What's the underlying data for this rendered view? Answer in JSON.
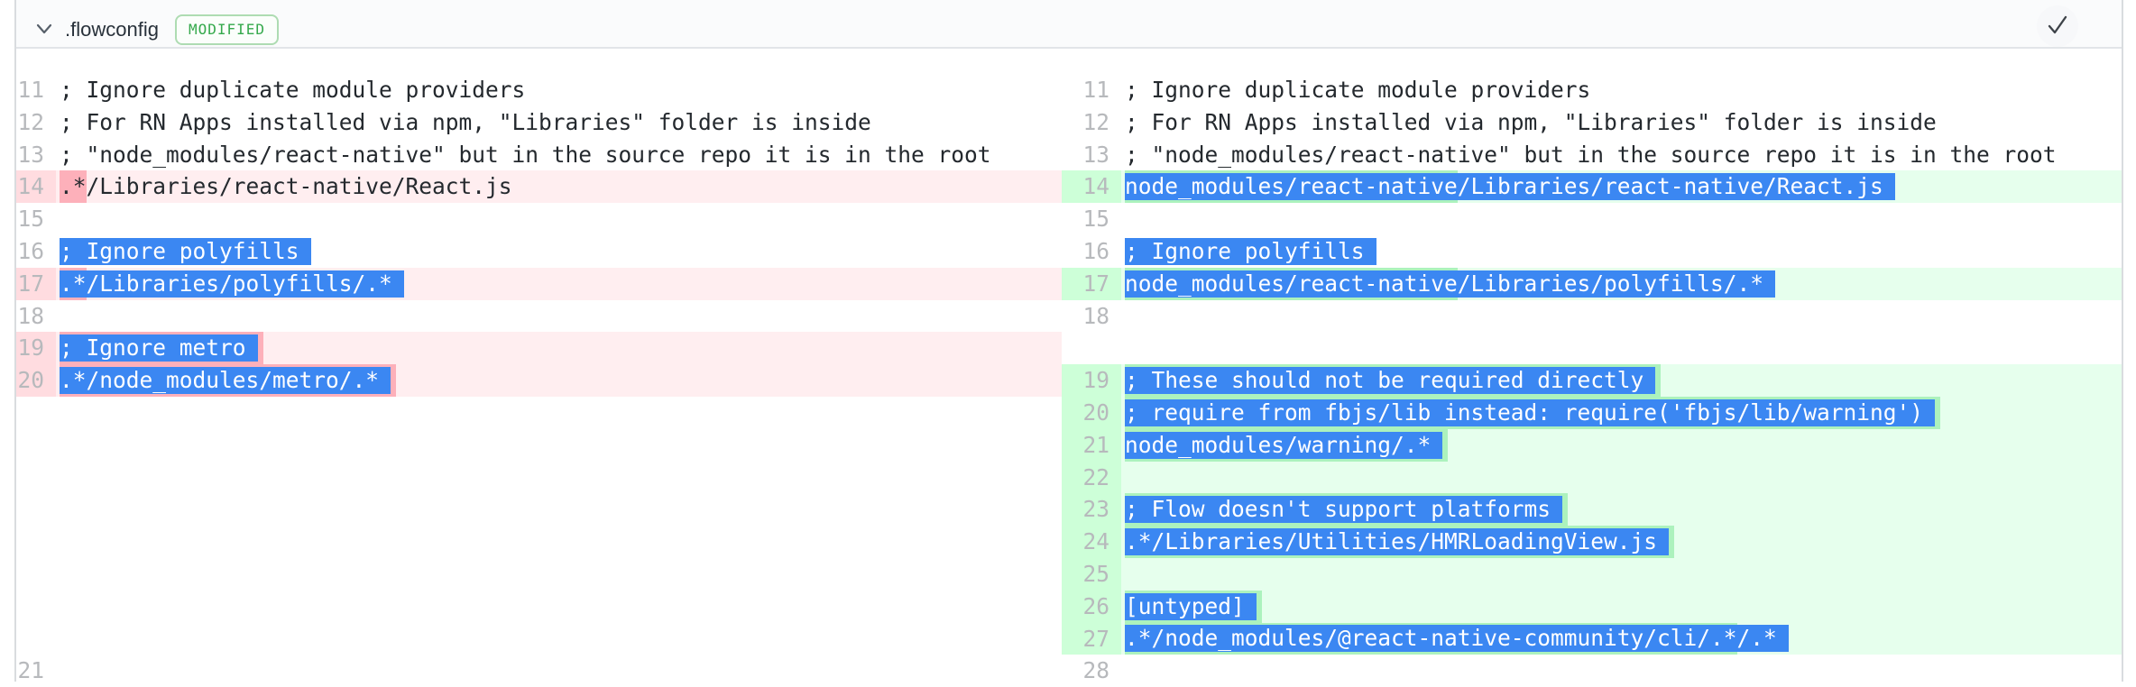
{
  "header": {
    "filename": ".flowconfig",
    "status_badge": "MODIFIED",
    "collapse_icon": "chevron-down-icon",
    "viewed_icon": "check-icon"
  },
  "colors": {
    "selection_blue": "#3b87f2",
    "header_bg": "#fafbfc",
    "card_border": "#d9dcdf",
    "badge_green": "#35a94c",
    "del_line_bg": "#ffeef0",
    "del_gutter_bg": "#ffdce0",
    "del_word_bg": "#fdb0ba",
    "add_line_bg": "#e6ffed",
    "add_gutter_bg": "#cdffd8",
    "add_word_bg": "#acf2bd"
  },
  "diff": {
    "left": [
      {
        "num": "11",
        "type": "ctx",
        "segs": [
          {
            "t": "; Ignore duplicate module providers"
          }
        ]
      },
      {
        "num": "12",
        "type": "ctx",
        "segs": [
          {
            "t": "; For RN Apps installed via npm, \"Libraries\" folder is inside"
          }
        ]
      },
      {
        "num": "13",
        "type": "ctx",
        "segs": [
          {
            "t": "; \"node_modules/react-native\" but in the source repo it is in the root"
          }
        ]
      },
      {
        "num": "14",
        "type": "del",
        "segs": [
          {
            "t": ".*",
            "w": true
          },
          {
            "t": "/Libraries/react-native/React.js"
          }
        ]
      },
      {
        "num": "15",
        "type": "ctx",
        "segs": []
      },
      {
        "num": "16",
        "type": "ctx",
        "sel": true,
        "trail": "s",
        "segs": [
          {
            "t": "; Ignore polyfills"
          }
        ]
      },
      {
        "num": "17",
        "type": "del",
        "sel": true,
        "trail": "s",
        "segs": [
          {
            "t": ".*",
            "w": true
          },
          {
            "t": "/Libraries/polyfills/.*"
          }
        ]
      },
      {
        "num": "18",
        "type": "ctx",
        "segs": []
      },
      {
        "num": "19",
        "type": "del",
        "sel": true,
        "trail": "ws",
        "segs": [
          {
            "t": "; Ignore metro",
            "w": true
          }
        ]
      },
      {
        "num": "20",
        "type": "del",
        "sel": true,
        "trail": "ws",
        "segs": [
          {
            "t": ".*/node_modules/metro/.*",
            "w": true
          }
        ]
      },
      {
        "type": "spacer"
      },
      {
        "type": "spacer"
      },
      {
        "type": "spacer"
      },
      {
        "type": "spacer"
      },
      {
        "type": "spacer"
      },
      {
        "type": "spacer"
      },
      {
        "type": "spacer"
      },
      {
        "type": "spacer"
      },
      {
        "num": "21",
        "type": "ctx",
        "segs": []
      }
    ],
    "right": [
      {
        "num": "11",
        "type": "ctx",
        "segs": [
          {
            "t": "; Ignore duplicate module providers"
          }
        ]
      },
      {
        "num": "12",
        "type": "ctx",
        "segs": [
          {
            "t": "; For RN Apps installed via npm, \"Libraries\" folder is inside"
          }
        ]
      },
      {
        "num": "13",
        "type": "ctx",
        "segs": [
          {
            "t": "; \"node_modules/react-native\" but in the source repo it is in the root"
          }
        ]
      },
      {
        "num": "14",
        "type": "add",
        "sel": true,
        "trail": "s",
        "segs": [
          {
            "t": "node_modules/react-native",
            "w": true
          },
          {
            "t": "/Libraries/react-native/React.js"
          }
        ]
      },
      {
        "num": "15",
        "type": "ctx",
        "segs": []
      },
      {
        "num": "16",
        "type": "ctx",
        "sel": true,
        "trail": "s",
        "segs": [
          {
            "t": "; Ignore polyfills"
          }
        ]
      },
      {
        "num": "17",
        "type": "add",
        "sel": true,
        "trail": "s",
        "segs": [
          {
            "t": "node_modules/react-native",
            "w": true
          },
          {
            "t": "/Libraries/polyfills/.*"
          }
        ]
      },
      {
        "num": "18",
        "type": "ctx",
        "segs": []
      },
      {
        "type": "spacer"
      },
      {
        "num": "19",
        "type": "add",
        "sel": true,
        "trail": "ws",
        "segs": [
          {
            "t": "; These should not be required directly",
            "w": true
          }
        ]
      },
      {
        "num": "20",
        "type": "add",
        "sel": true,
        "trail": "ws",
        "segs": [
          {
            "t": "; require from fbjs/lib instead: require('fbjs/lib/warning')",
            "w": true
          }
        ]
      },
      {
        "num": "21",
        "type": "add",
        "sel": true,
        "trail": "ws",
        "segs": [
          {
            "t": "node_modules/warning/.*",
            "w": true
          }
        ]
      },
      {
        "num": "22",
        "type": "add",
        "segs": []
      },
      {
        "num": "23",
        "type": "add",
        "sel": true,
        "trail": "ws",
        "segs": [
          {
            "t": "; Flow doesn't support platforms",
            "w": true
          }
        ]
      },
      {
        "num": "24",
        "type": "add",
        "sel": true,
        "trail": "ws",
        "segs": [
          {
            "t": ".*/Libraries/Utilities/HMRLoadingView.js",
            "w": true
          }
        ]
      },
      {
        "num": "25",
        "type": "add",
        "segs": []
      },
      {
        "num": "26",
        "type": "add",
        "sel": true,
        "trail": "ws",
        "segs": [
          {
            "t": "[untyped]",
            "w": true
          }
        ]
      },
      {
        "num": "27",
        "type": "add",
        "sel": true,
        "trail": "s",
        "segs": [
          {
            "t": ".*/node_modules/@react-native-community/cli/.*",
            "w": true
          },
          {
            "t": "/.*"
          }
        ]
      },
      {
        "num": "28",
        "type": "ctx",
        "segs": []
      }
    ]
  }
}
